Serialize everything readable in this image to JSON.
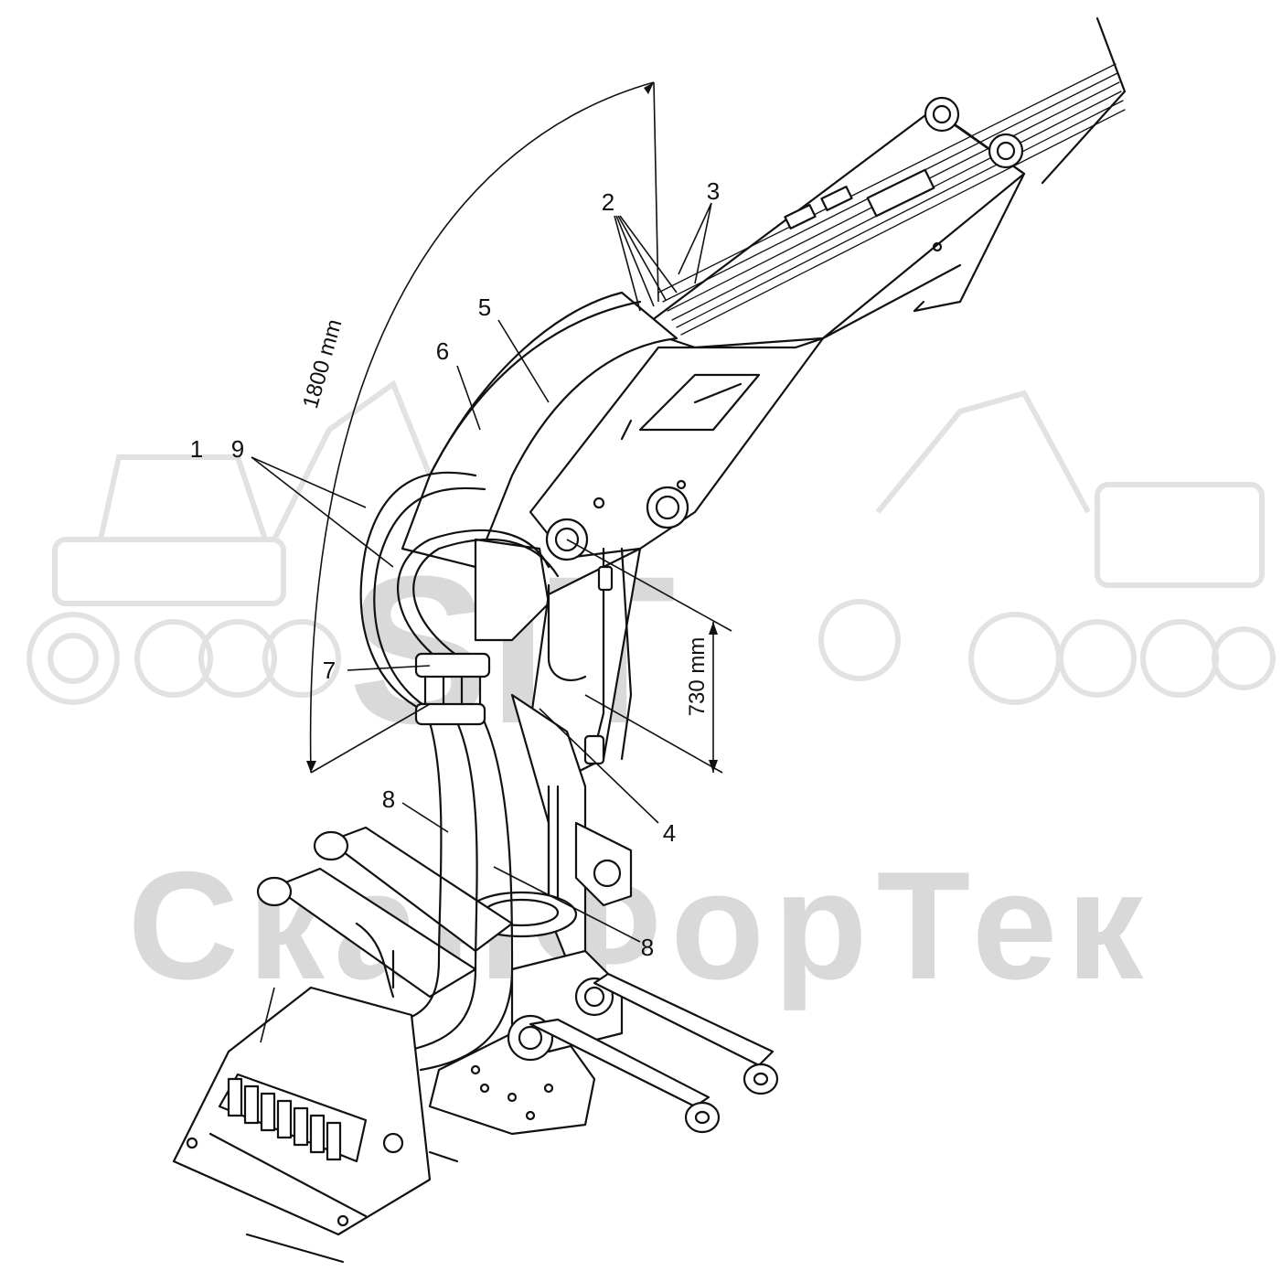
{
  "watermark": {
    "logo_text": "SIT",
    "brand_text": "СканФорТек",
    "color": "#d9d9d9"
  },
  "dimensions": {
    "boom_length": "1800 mm",
    "column_offset": "730 mm"
  },
  "callouts": {
    "c1": "1",
    "c2": "2",
    "c3": "3",
    "c4": "4",
    "c5": "5",
    "c6": "6",
    "c7": "7",
    "c8a": "8",
    "c8b": "8",
    "c9": "9"
  },
  "colors": {
    "line": "#111111",
    "background": "#ffffff"
  }
}
